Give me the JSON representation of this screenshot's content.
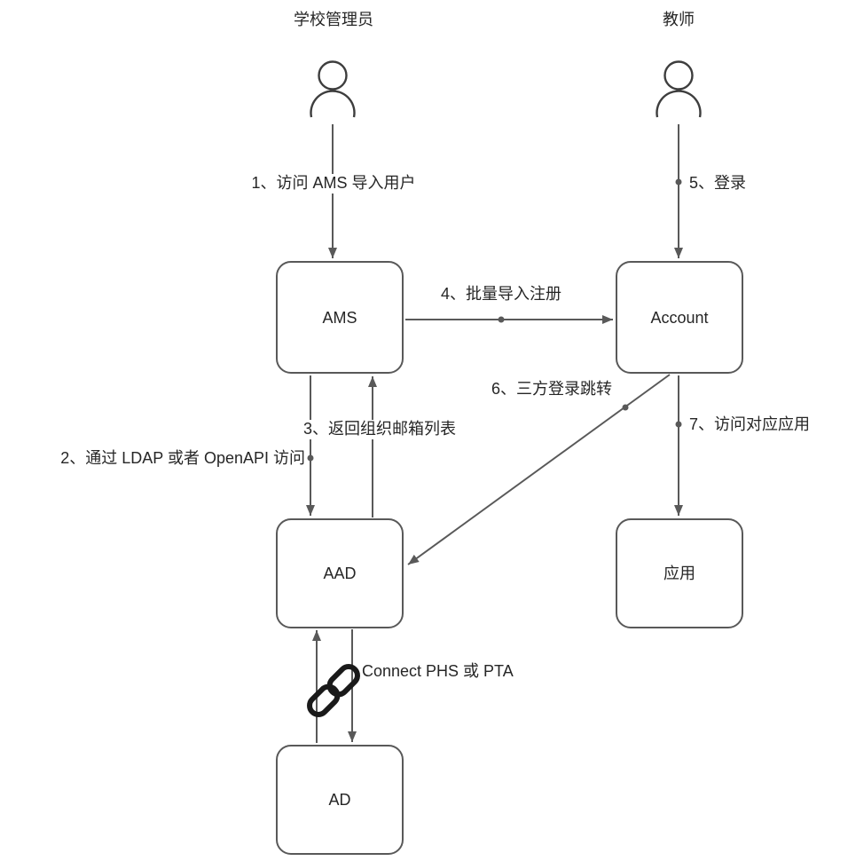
{
  "diagram": {
    "actors": [
      {
        "id": "school-admin",
        "label": "学校管理员"
      },
      {
        "id": "teacher",
        "label": "教师"
      }
    ],
    "nodes": [
      {
        "id": "ams",
        "label": "AMS"
      },
      {
        "id": "account",
        "label": "Account"
      },
      {
        "id": "aad",
        "label": "AAD"
      },
      {
        "id": "app",
        "label": "应用"
      },
      {
        "id": "ad",
        "label": "AD"
      }
    ],
    "edges": [
      {
        "id": "1",
        "from": "school-admin",
        "to": "ams",
        "label": "1、访问 AMS 导入用户"
      },
      {
        "id": "2",
        "from": "ams",
        "to": "aad",
        "label": "2、通过 LDAP 或者 OpenAPI 访问"
      },
      {
        "id": "3",
        "from": "aad",
        "to": "ams",
        "label": "3、返回组织邮箱列表"
      },
      {
        "id": "4",
        "from": "ams",
        "to": "account",
        "label": "4、批量导入注册"
      },
      {
        "id": "5",
        "from": "teacher",
        "to": "account",
        "label": "5、登录"
      },
      {
        "id": "6",
        "from": "account",
        "to": "aad",
        "label": "6、三方登录跳转"
      },
      {
        "id": "7",
        "from": "account",
        "to": "app",
        "label": "7、访问对应应用"
      },
      {
        "id": "sync",
        "from": "aad",
        "to": "ad",
        "bidirectional": true,
        "label": "Connect PHS 或 PTA"
      }
    ],
    "icons": [
      {
        "name": "person-icon",
        "meaning": "actor"
      },
      {
        "name": "chain-link-icon",
        "meaning": "directory connect link"
      }
    ],
    "colors": {
      "line": "#595959",
      "node_border": "#595959",
      "text": "#262626",
      "icon": "#1a1a1a",
      "background": "#ffffff"
    }
  }
}
